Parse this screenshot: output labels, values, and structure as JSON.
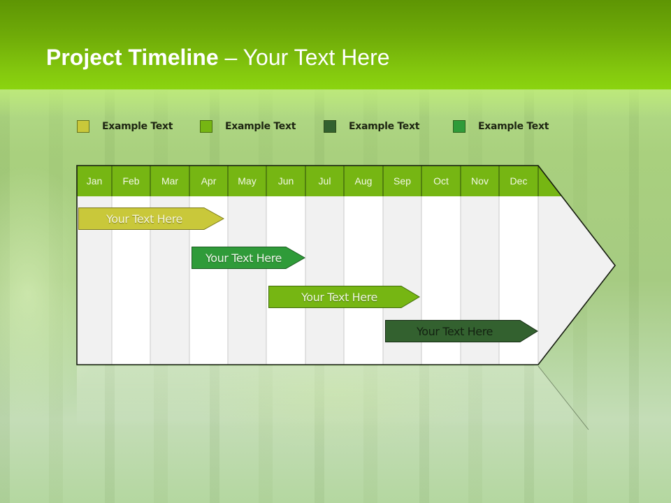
{
  "header": {
    "title_bold": "Project Timeline",
    "title_separator": " – ",
    "title_rest": "Your Text Here"
  },
  "legend": [
    {
      "label": "Example Text",
      "color": "#c9c83a"
    },
    {
      "label": "Example Text",
      "color": "#76b613"
    },
    {
      "label": "Example Text",
      "color": "#33612f"
    },
    {
      "label": "Example Text",
      "color": "#2f9b39"
    }
  ],
  "timeline": {
    "header_color": "#76b613",
    "body_colors": [
      "#f1f1f1",
      "#ffffff"
    ],
    "months": [
      "Jan",
      "Feb",
      "Mar",
      "Apr",
      "May",
      "Jun",
      "Jul",
      "Aug",
      "Sep",
      "Oct",
      "Nov",
      "Dec"
    ],
    "bars": [
      {
        "label": "Your  Text Here",
        "color": "#c9c83a",
        "text_color": "#f6f6d8",
        "start_month": "Jan",
        "end_month": "Apr"
      },
      {
        "label": "Your  Text Here",
        "color": "#2f9b39",
        "text_color": "#eaf6e6",
        "start_month": "Apr",
        "end_month": "Jun"
      },
      {
        "label": "Your  Text Here",
        "color": "#76b613",
        "text_color": "#eef8dc",
        "start_month": "Jun",
        "end_month": "Sep"
      },
      {
        "label": "Your  Text Here",
        "color": "#33612f",
        "text_color": "#132211",
        "start_month": "Sep",
        "end_month": "Dec"
      }
    ]
  }
}
